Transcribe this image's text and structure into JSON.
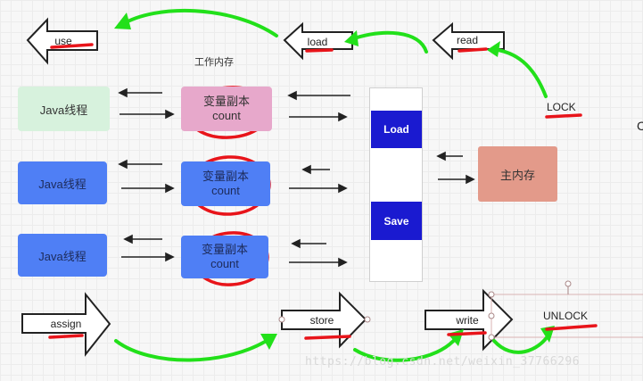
{
  "working_memory_label": "工作内存",
  "threads": [
    "Java线程",
    "Java线程",
    "Java线程"
  ],
  "copies": [
    {
      "line1": "变量副本",
      "line2": "count"
    },
    {
      "line1": "变量副本",
      "line2": "count"
    },
    {
      "line1": "变量副本",
      "line2": "count"
    }
  ],
  "bus_ops": {
    "load": "Load",
    "save": "Save"
  },
  "main_memory": "主内存",
  "top_ops": {
    "use": "use",
    "load": "load",
    "read": "read"
  },
  "lock_label": "LOCK",
  "bottom_ops": {
    "assign": "assign",
    "store": "store",
    "write": "write"
  },
  "unlock_label": "UNLOCK",
  "right_edge_letter": "C",
  "watermark": "https://blog.csdn.net/weixin_37766296",
  "colors": {
    "thread_green": "#d7f2dd",
    "thread_blue": "#4f7ff5",
    "copy_pink": "#e7a8cb",
    "bus_op": "#1a1ad0",
    "main_memory": "#e39a8a",
    "flow_green": "#22e01a",
    "underline_red": "#e8141a",
    "circle_black": "#000000"
  }
}
